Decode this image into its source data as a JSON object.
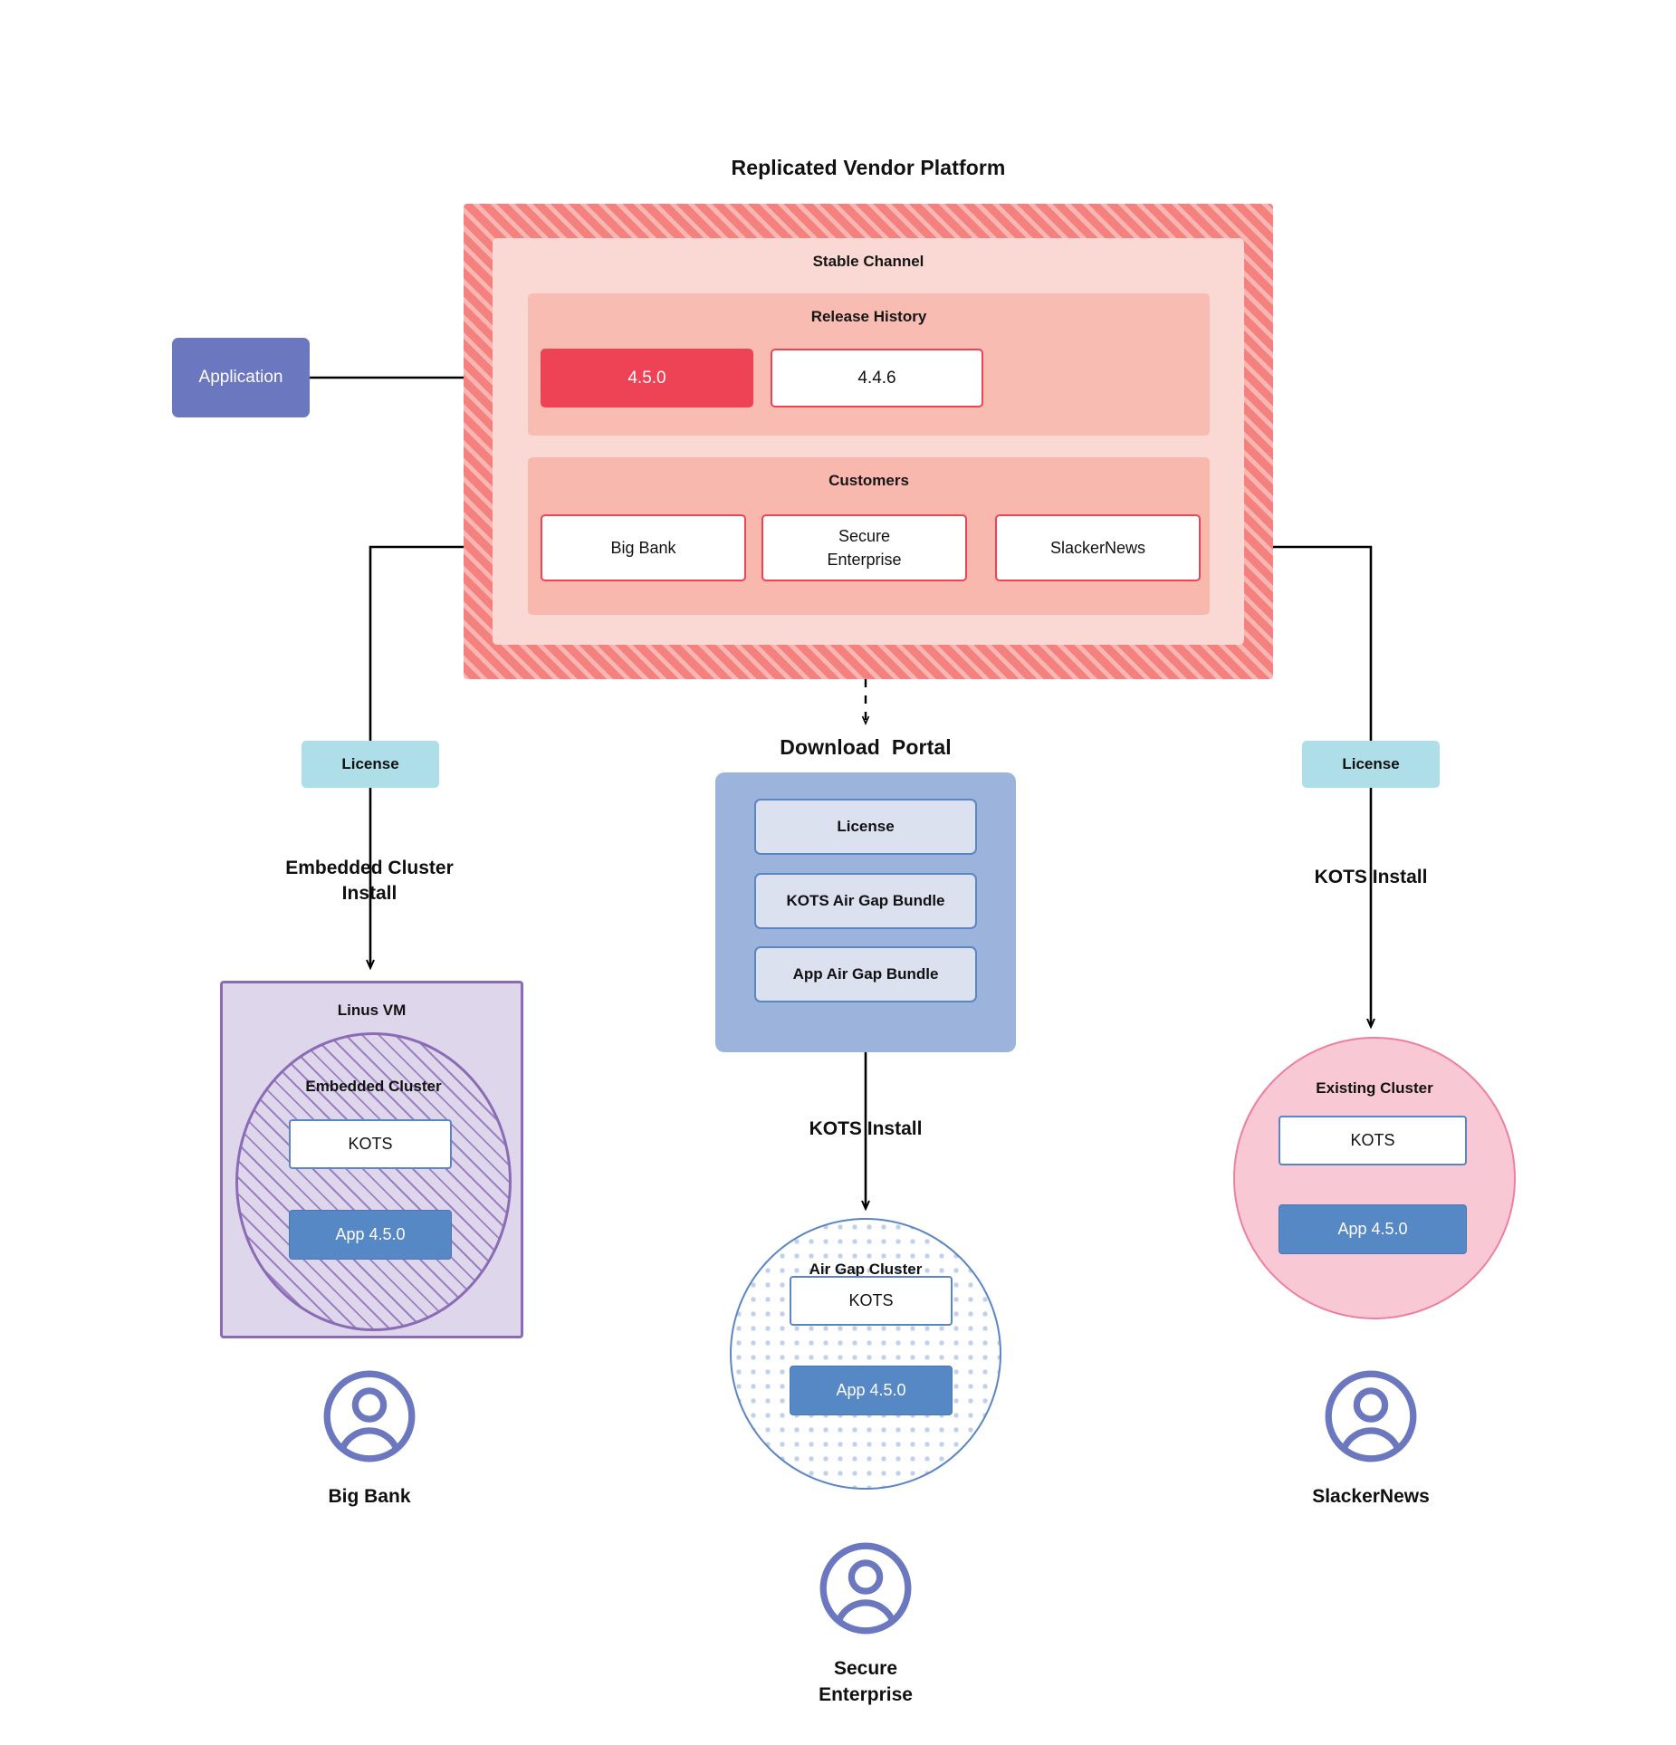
{
  "platform": {
    "title": "Replicated Vendor Platform",
    "channel_title": "Stable Channel",
    "release_history_title": "Release History",
    "customers_title": "Customers",
    "releases": [
      {
        "version": "4.5.0",
        "state": "current"
      },
      {
        "version": "4.4.6",
        "state": "past"
      }
    ],
    "customers": [
      {
        "name": "Big Bank"
      },
      {
        "name": "Secure\nEnterprise"
      },
      {
        "name": "SlackerNews"
      }
    ]
  },
  "application": {
    "label": "Application"
  },
  "licenses": {
    "left_label": "License",
    "right_label": "License"
  },
  "download_portal": {
    "title": "Download  Portal",
    "items": [
      {
        "label": "License"
      },
      {
        "label": "KOTS Air Gap Bundle"
      },
      {
        "label": "App Air Gap Bundle"
      }
    ]
  },
  "flows": {
    "left_install": "Embedded Cluster\nInstall",
    "center_install": "KOTS Install",
    "right_install": "KOTS Install"
  },
  "deployments": {
    "left": {
      "host_label": "Linus VM",
      "cluster_label": "Embedded Cluster",
      "kots_label": "KOTS",
      "app_label": "App 4.5.0",
      "customer_name": "Big Bank"
    },
    "center": {
      "cluster_label": "Air Gap Cluster",
      "kots_label": "KOTS",
      "app_label": "App 4.5.0",
      "customer_name": "Secure\nEnterprise"
    },
    "right": {
      "cluster_label": "Existing Cluster",
      "kots_label": "KOTS",
      "app_label": "App 4.5.0",
      "customer_name": "SlackerNews"
    }
  },
  "colors": {
    "platform_hatch": "#F4817E",
    "channel_bg": "#FAD9D4",
    "release_bg": "#F8BCB2",
    "customers_bg": "#F9B8AE",
    "release_current": "#EE4255",
    "application": "#6B77BF",
    "license": "#AEDFE8",
    "portal": "#9CB3DC",
    "portal_item": "#DCE1F0",
    "vm_purple": "#DED6EB",
    "vm_border": "#8B6BB5",
    "existing_cluster": "#F8C9D4",
    "app_blue": "#5588C4",
    "avatar": "#6B77BF"
  }
}
